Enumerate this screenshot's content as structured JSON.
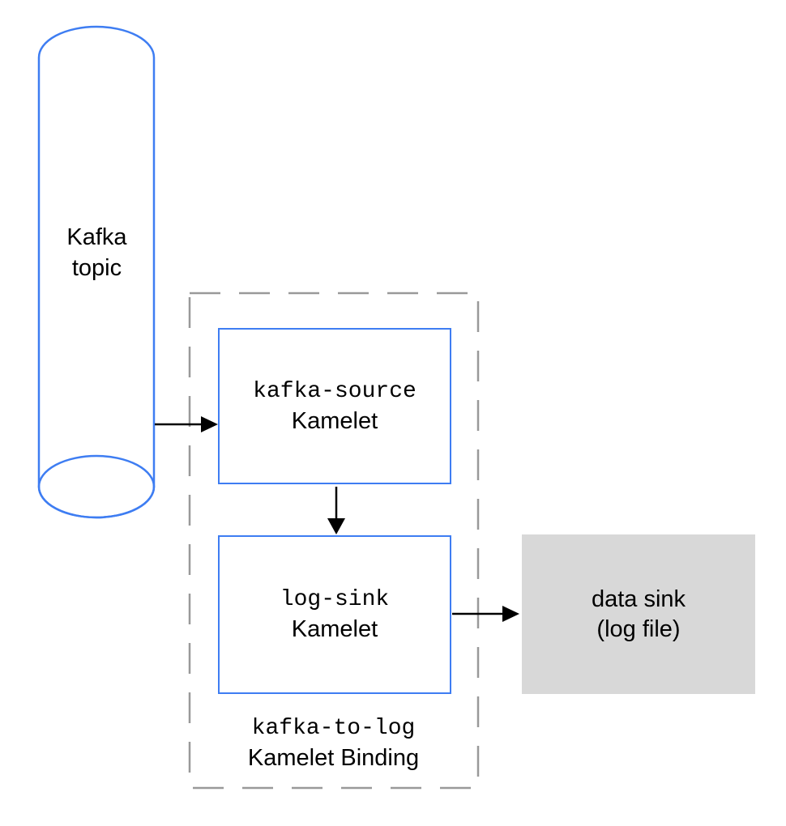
{
  "diagram": {
    "kafka_topic": {
      "line1": "Kafka",
      "line2": "topic"
    },
    "binding": {
      "name": "kafka-to-log",
      "type": "Kamelet Binding",
      "source": {
        "name": "kafka-source",
        "type": "Kamelet"
      },
      "sink": {
        "name": "log-sink",
        "type": "Kamelet"
      }
    },
    "data_sink": {
      "line1": "data sink",
      "line2": "(log file)"
    },
    "colors": {
      "node_border_blue": "#3e7df2",
      "binding_border_gray": "#999999",
      "data_sink_fill": "#d8d8d8",
      "arrow_black": "#000000",
      "text_black": "#000000"
    }
  }
}
